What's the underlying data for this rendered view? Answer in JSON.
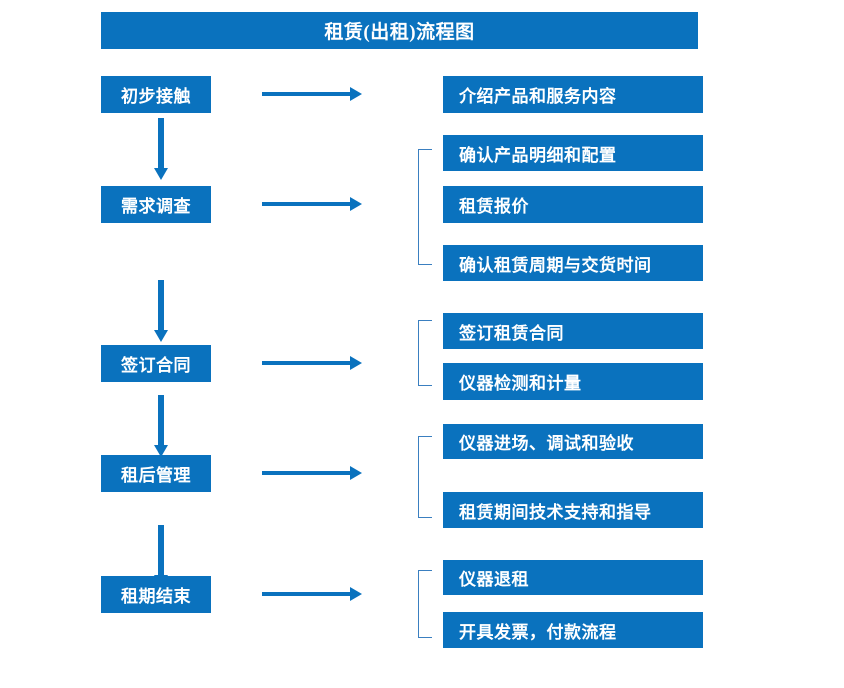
{
  "diagram": {
    "title": "租赁(出租)流程图",
    "accent_color": "#0a72be",
    "bracket_color": "#3a7fc0",
    "text_color": "#ffffff",
    "background_color": "#ffffff",
    "type": "flowchart",
    "stages": [
      {
        "label": "初步接触",
        "tasks": [
          "介绍产品和服务内容"
        ]
      },
      {
        "label": "需求调查",
        "tasks": [
          "确认产品明细和配置",
          "租赁报价",
          "确认租赁周期与交货时间"
        ]
      },
      {
        "label": "签订合同",
        "tasks": [
          "签订租赁合同",
          "仪器检测和计量"
        ]
      },
      {
        "label": "租后管理",
        "tasks": [
          "仪器进场、调试和验收",
          "租赁期间技术支持和指导"
        ]
      },
      {
        "label": "租期结束",
        "tasks": [
          "仪器退租",
          "开具发票，付款流程"
        ]
      }
    ],
    "icons": {
      "right_arrow": "right-arrow-icon",
      "down_arrow": "down-arrow-icon",
      "bracket": "bracket-connector-icon"
    }
  }
}
